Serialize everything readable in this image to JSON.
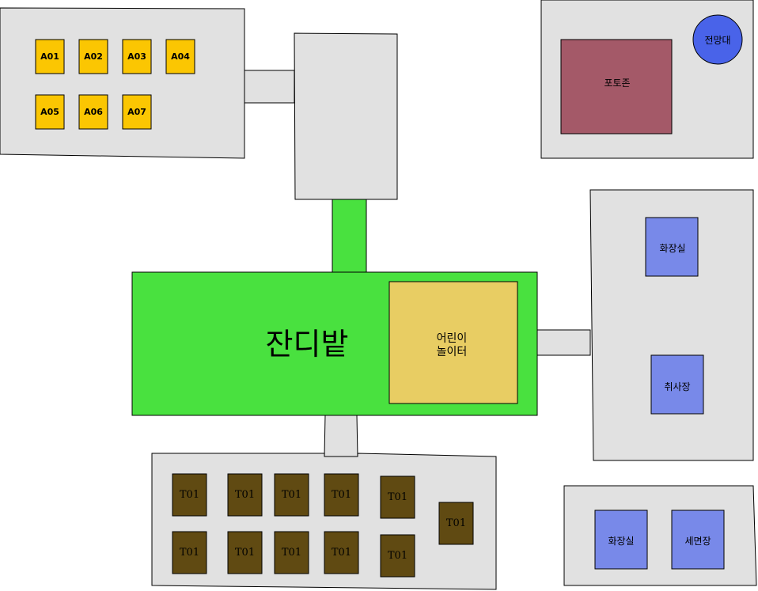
{
  "colors": {
    "area": "#e1e1e1",
    "grass": "#49e13f",
    "site": "#fbc602",
    "tent": "#604a12",
    "facility": "#7889e9",
    "photo": "#a45968",
    "observatory": "#4963e9",
    "playground": "#e8cd63"
  },
  "a_sites": [
    "A01",
    "A02",
    "A03",
    "A04",
    "A05",
    "A06",
    "A07"
  ],
  "t_sites": [
    "T01",
    "T01",
    "T01",
    "T01",
    "T01",
    "T01",
    "T01",
    "T01",
    "T01",
    "T01",
    "T01"
  ],
  "labels": {
    "lawn": "잔디밭",
    "playground_line1": "어린이",
    "playground_line2": "놀이터",
    "photo_zone": "포토존",
    "observatory": "전망대",
    "restroom_right": "화장실",
    "cooking": "취사장",
    "restroom_bottom": "화장실",
    "washroom": "세면장"
  }
}
